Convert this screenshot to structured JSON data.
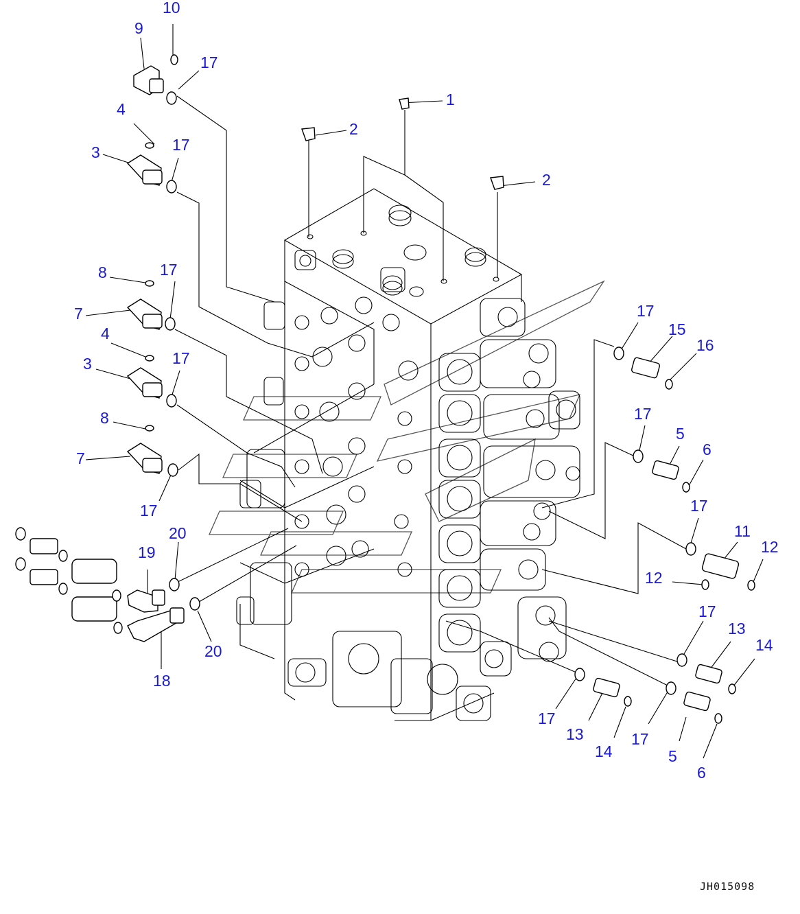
{
  "drawing_code": "JH015098",
  "callouts": [
    {
      "id": "c10",
      "text": "10"
    },
    {
      "id": "c9",
      "text": "9"
    },
    {
      "id": "c17a",
      "text": "17"
    },
    {
      "id": "c4a",
      "text": "4"
    },
    {
      "id": "c3a",
      "text": "3"
    },
    {
      "id": "c17b",
      "text": "17"
    },
    {
      "id": "c1",
      "text": "1"
    },
    {
      "id": "c2a",
      "text": "2"
    },
    {
      "id": "c2b",
      "text": "2"
    },
    {
      "id": "c8a",
      "text": "8"
    },
    {
      "id": "c17c",
      "text": "17"
    },
    {
      "id": "c7a",
      "text": "7"
    },
    {
      "id": "c4b",
      "text": "4"
    },
    {
      "id": "c3b",
      "text": "3"
    },
    {
      "id": "c17d",
      "text": "17"
    },
    {
      "id": "c8b",
      "text": "8"
    },
    {
      "id": "c7b",
      "text": "7"
    },
    {
      "id": "c17e",
      "text": "17"
    },
    {
      "id": "c20a",
      "text": "20"
    },
    {
      "id": "c19",
      "text": "19"
    },
    {
      "id": "c20b",
      "text": "20"
    },
    {
      "id": "c18",
      "text": "18"
    },
    {
      "id": "c17f",
      "text": "17"
    },
    {
      "id": "c15",
      "text": "15"
    },
    {
      "id": "c16",
      "text": "16"
    },
    {
      "id": "c17g",
      "text": "17"
    },
    {
      "id": "c5a",
      "text": "5"
    },
    {
      "id": "c6a",
      "text": "6"
    },
    {
      "id": "c17h",
      "text": "17"
    },
    {
      "id": "c11",
      "text": "11"
    },
    {
      "id": "c12a",
      "text": "12"
    },
    {
      "id": "c12b",
      "text": "12"
    },
    {
      "id": "c17i",
      "text": "17"
    },
    {
      "id": "c13a",
      "text": "13"
    },
    {
      "id": "c14a",
      "text": "14"
    },
    {
      "id": "c17j",
      "text": "17"
    },
    {
      "id": "c13b",
      "text": "13"
    },
    {
      "id": "c14b",
      "text": "14"
    },
    {
      "id": "c17k",
      "text": "17"
    },
    {
      "id": "c5b",
      "text": "5"
    },
    {
      "id": "c6b",
      "text": "6"
    }
  ]
}
